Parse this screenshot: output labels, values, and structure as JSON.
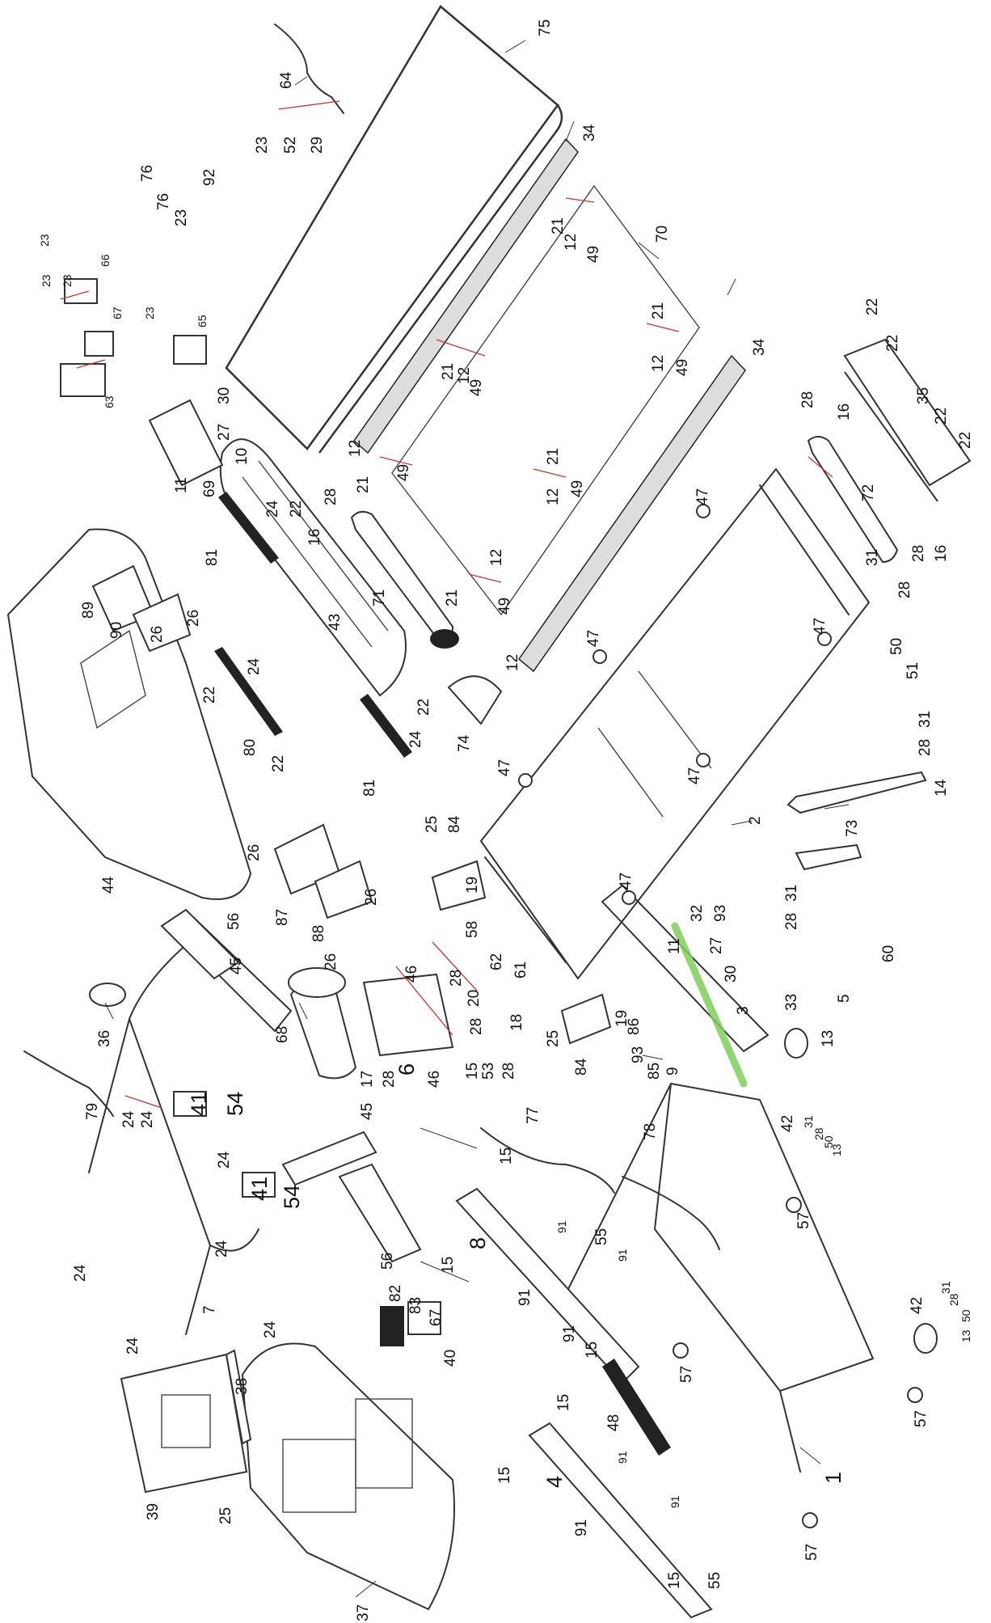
{
  "callouts": {
    "c75": "75",
    "c64": "64",
    "c23a": "23",
    "c52": "52",
    "c29": "29",
    "c34a": "34",
    "c34b": "34",
    "c70": "70",
    "c21a": "21",
    "c12a": "12",
    "c49a": "49",
    "c21b": "21",
    "c12b": "12",
    "c49b": "49",
    "c21c": "21",
    "c12c": "12",
    "c49c": "49",
    "c21d": "21",
    "c12d": "12",
    "c49d": "49",
    "c12e": "12",
    "c21e": "21",
    "c49e": "49",
    "c12f": "12",
    "c21f": "21",
    "c49f": "49",
    "c12g": "12",
    "c76a": "76",
    "c76b": "76",
    "c92": "92",
    "c23b": "23",
    "c66": "66",
    "c67a": "67",
    "c65": "65",
    "c23c": "23",
    "c23d": "23",
    "c23e": "23",
    "c23f": "23",
    "c63": "63",
    "c30a": "30",
    "c27a": "27",
    "c10": "10",
    "c69": "69",
    "c11a": "11",
    "c22a": "22",
    "c22b": "22",
    "c35": "35",
    "c22c": "22",
    "c22d": "22",
    "c28a": "28",
    "c16a": "16",
    "c72": "72",
    "c16b": "16",
    "c28b": "28",
    "c31a": "31",
    "c28c": "28",
    "c50a": "50",
    "c51": "51",
    "c47a": "47",
    "c47b": "47",
    "c47c": "47",
    "c47d": "47",
    "c47e": "47",
    "c47f": "47",
    "c71": "71",
    "c24a": "24",
    "c22e": "22",
    "c28d": "28",
    "c16c": "16",
    "c81a": "81",
    "c24b": "24",
    "c43": "43",
    "c22f": "22",
    "c80": "80",
    "c22g": "22",
    "c24c": "24",
    "c22h": "22",
    "c81b": "81",
    "c89": "89",
    "c90": "90",
    "c26a": "26",
    "c26b": "26",
    "c74": "74",
    "c44": "44",
    "c26c": "26",
    "c25a": "25",
    "c84a": "84",
    "c19a": "19",
    "c2": "2",
    "c31b": "31",
    "c28e": "28",
    "c14": "14",
    "c73": "73",
    "c87": "87",
    "c88": "88",
    "c26d": "26",
    "c26e": "26",
    "c56a": "56",
    "c45a": "45",
    "c36": "36",
    "c58": "58",
    "c62": "62",
    "c61": "61",
    "c46a": "46",
    "c28f": "28",
    "c20": "20",
    "c28g": "28",
    "c18": "18",
    "c53": "53",
    "c28h": "28",
    "c15a": "15",
    "c46b": "46",
    "c17": "17",
    "c28i": "28",
    "c6": "6",
    "c68": "68",
    "c11b": "11",
    "c32": "32",
    "c93a": "93",
    "c27b": "27",
    "c30b": "30",
    "c31c": "31",
    "c28j": "28",
    "c60": "60",
    "c33": "33",
    "c5": "5",
    "c13a": "13",
    "c19b": "19",
    "c25b": "25",
    "c84b": "84",
    "c86": "86",
    "c3": "3",
    "c93b": "93",
    "c85": "85",
    "c9": "9",
    "c41a": "41",
    "c54a": "54",
    "c45b": "45",
    "c79": "79",
    "c24d": "24",
    "c24e": "24",
    "c24f": "24",
    "c41b": "41",
    "c54b": "54",
    "c56b": "56",
    "c77": "77",
    "c15b": "15",
    "c78": "78",
    "c42a": "42",
    "c31d": "31",
    "c28k": "28",
    "c50b": "50",
    "c13b": "13",
    "c8": "8",
    "c15c": "15",
    "c91a": "91",
    "c55a": "55",
    "c91b": "91",
    "c91c": "91",
    "c91d": "91",
    "c15d": "15",
    "c57a": "57",
    "c24g": "24",
    "c24h": "24",
    "c7": "7",
    "c24i": "24",
    "c82": "82",
    "c83": "83",
    "c67b": "67",
    "c40": "40",
    "c42b": "42",
    "c31e": "31",
    "c28l": "28",
    "c50c": "50",
    "c13c": "13",
    "c57b": "57",
    "c57c": "57",
    "c48": "48",
    "c15e": "15",
    "c15f": "15",
    "c91e": "91",
    "c4": "4",
    "c91f": "91",
    "c91g": "91",
    "c15g": "15",
    "c55b": "55",
    "c1": "1",
    "c57d": "57",
    "c38": "38",
    "c39": "39",
    "c25c": "25",
    "c37": "37"
  }
}
